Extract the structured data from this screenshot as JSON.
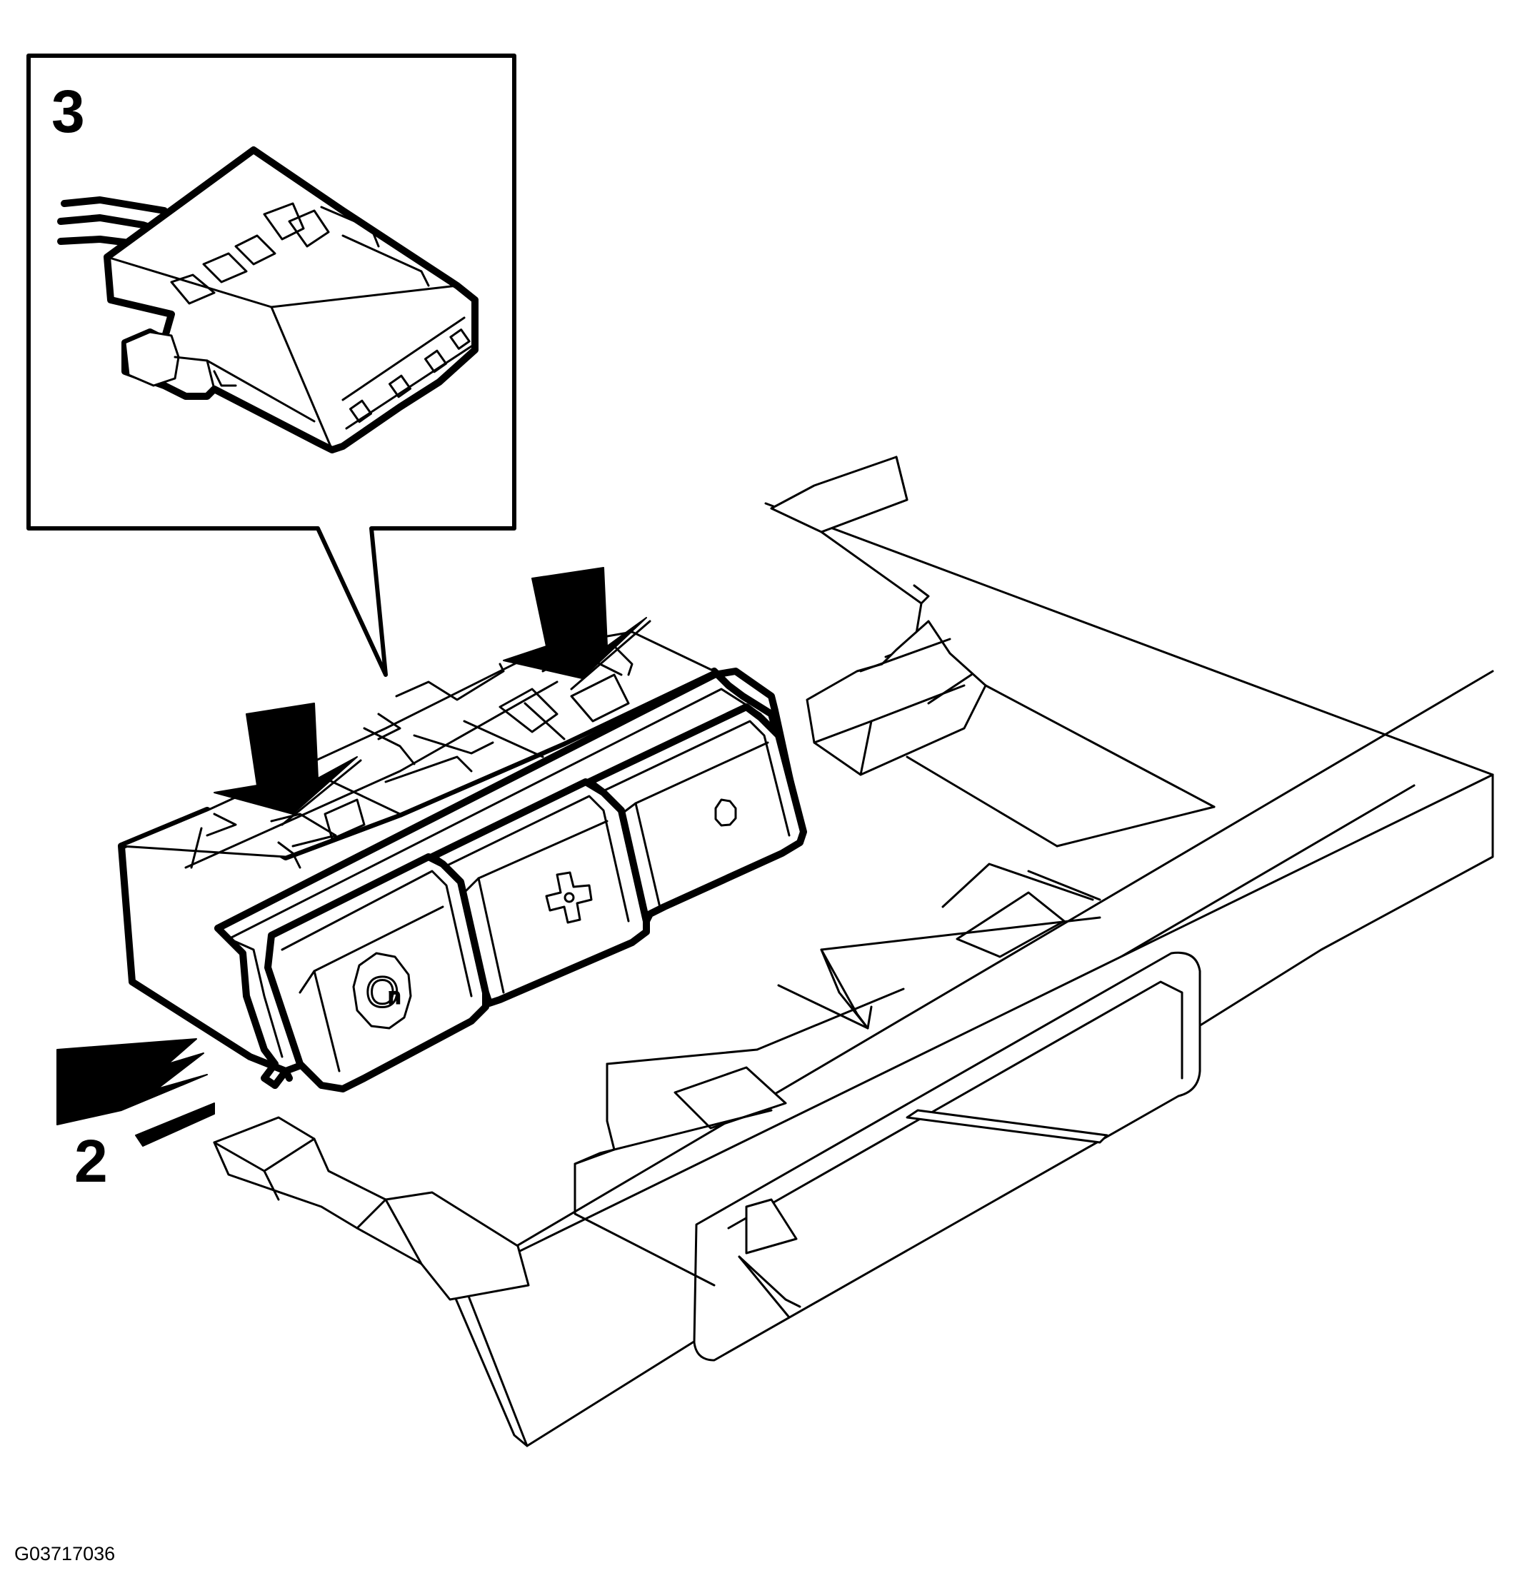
{
  "diagram": {
    "inset_callout": "3",
    "step_callout": "2",
    "figure_id": "G03717036",
    "button_left_symbol": "O",
    "button_left_symbol_sub": "n",
    "button_middle_symbol": "cross-symbol",
    "button_right_symbol": "octagon-symbol"
  },
  "colors": {
    "line": "#000000",
    "background": "#ffffff"
  }
}
